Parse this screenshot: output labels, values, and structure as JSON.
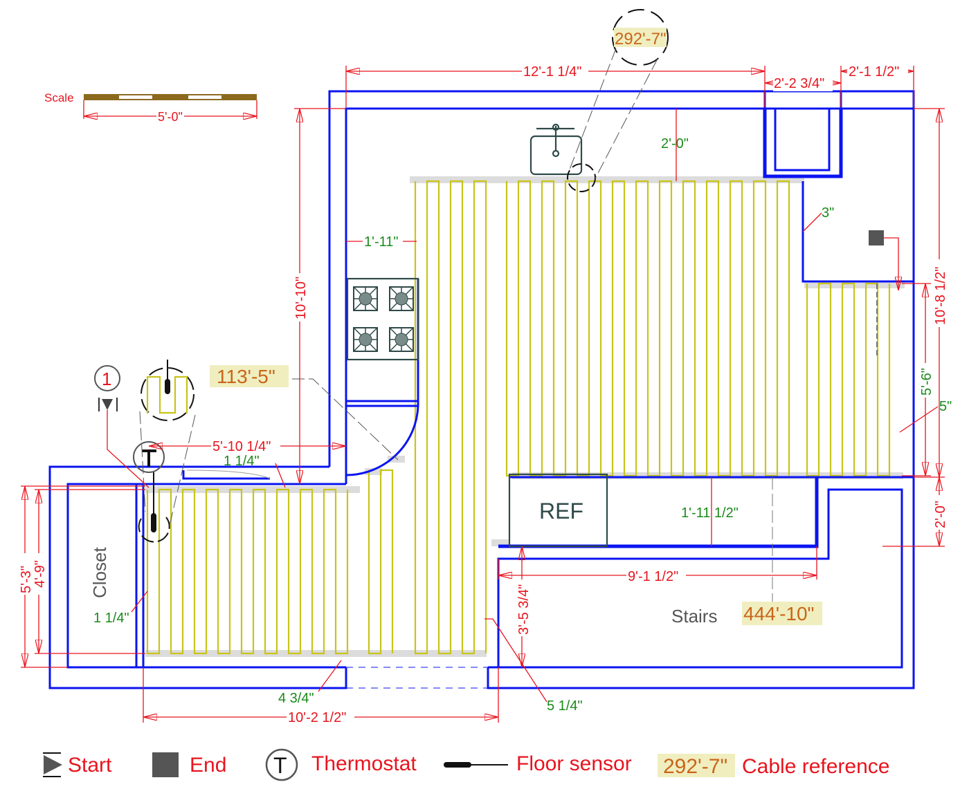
{
  "scale": {
    "label": "Scale",
    "length": "5'-0\""
  },
  "rooms": {
    "closet": "Closet",
    "stairs": "Stairs",
    "ref": "REF"
  },
  "cable_refs": {
    "top": "292'-7\"",
    "left": "113'-5\"",
    "stairs": "444'-10\""
  },
  "start_marker": "1",
  "dimensions_red": {
    "top_width": "12'-1 1/4\"",
    "cabinet_width": "2'-2 3/4\"",
    "right_offset": "2'-1 1/2\"",
    "left_height": "10'-10\"",
    "right_height": "10'-8 1/2\"",
    "upper_span": "5'-10 1/4\"",
    "closet_outer": "5'-3\"",
    "closet_inner": "4'-9\"",
    "bottom_width": "10'-2 1/2\"",
    "stairs_width": "9'-1 1/2\"",
    "stairs_height": "3'-5 3/4\"",
    "right_lower": "2'-0\""
  },
  "dimensions_green": {
    "sink_gap": "2'-0\"",
    "stove_gap": "1'-11\"",
    "right_3": "3\"",
    "right_5_6": "5'-6\"",
    "right_5": "5\"",
    "upper_1_1_4": "1 1/4\"",
    "closet_1_1_4": "1 1/4\"",
    "ref_gap": "1'-11 1/2\"",
    "bottom_4_3_4": "4 3/4\"",
    "bottom_5_1_4": "5 1/4\""
  },
  "legend": {
    "start": "Start",
    "end": "End",
    "thermostat": "Thermostat",
    "thermostat_symbol": "T",
    "floor_sensor": "Floor sensor",
    "cable_sample": "292'-7\"",
    "cable_reference": "Cable reference"
  },
  "colors": {
    "wall": "#0a14f0",
    "dimension": "#e8141e",
    "cable": "#c8c41a",
    "note": "#1a8a1a"
  }
}
